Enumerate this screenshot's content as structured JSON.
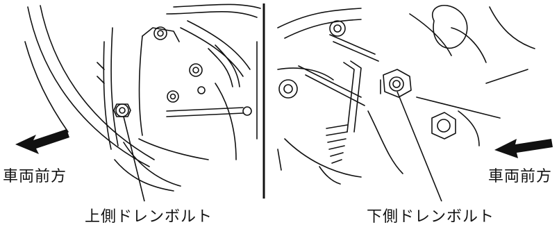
{
  "labels": {
    "left_panel": {
      "direction": "車両前方",
      "callout": "上側ドレンボルト"
    },
    "right_panel": {
      "direction": "車両前方",
      "callout": "下側ドレンボルト"
    }
  },
  "icons": {
    "left_arrow": "arrow-down-left-icon",
    "right_arrow": "arrow-left-icon"
  },
  "colors": {
    "line": "#111111",
    "background": "#ffffff"
  }
}
